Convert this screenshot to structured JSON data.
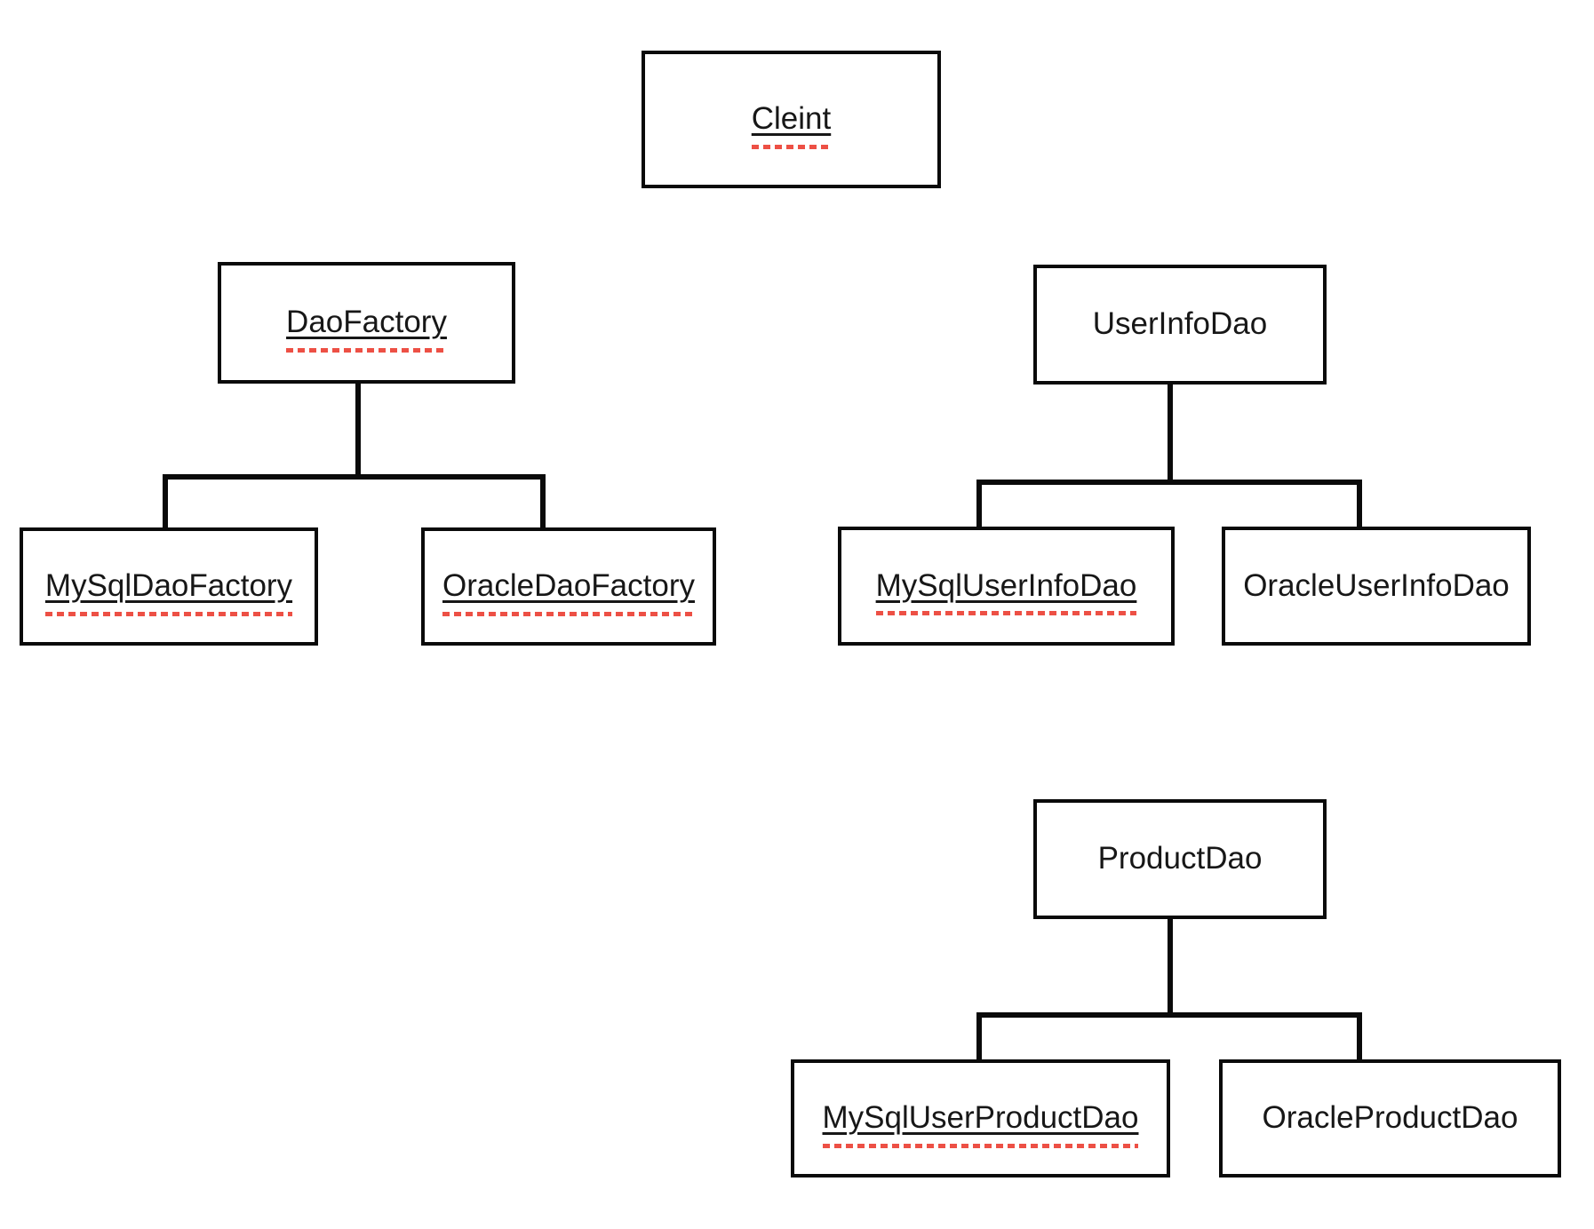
{
  "diagram": {
    "type": "class-hierarchy",
    "colors": {
      "line": "#0a0a0a",
      "text": "#171717",
      "squiggle": "#ed5045",
      "bg": "#ffffff"
    },
    "nodes": {
      "client": {
        "label": "Cleint",
        "misspelled": true
      },
      "dao_factory": {
        "label": "DaoFactory",
        "misspelled": true
      },
      "mysql_dao_factory": {
        "label": "MySqlDaoFactory",
        "misspelled": true
      },
      "oracle_dao_factory": {
        "label": "OracleDaoFactory",
        "misspelled": true
      },
      "user_info_dao": {
        "label": "UserInfoDao",
        "misspelled": false
      },
      "mysql_user_info_dao": {
        "label": "MySqlUserInfoDao",
        "misspelled": true
      },
      "oracle_user_info_dao": {
        "label": "OracleUserInfoDao",
        "misspelled": false
      },
      "product_dao": {
        "label": "ProductDao",
        "misspelled": false
      },
      "mysql_user_product_dao": {
        "label": "MySqlUserProductDao",
        "misspelled": true
      },
      "oracle_product_dao": {
        "label": "OracleProductDao",
        "misspelled": false
      }
    },
    "edges": [
      {
        "from": "DaoFactory",
        "to": "MySqlDaoFactory"
      },
      {
        "from": "DaoFactory",
        "to": "OracleDaoFactory"
      },
      {
        "from": "UserInfoDao",
        "to": "MySqlUserInfoDao"
      },
      {
        "from": "UserInfoDao",
        "to": "OracleUserInfoDao"
      },
      {
        "from": "ProductDao",
        "to": "MySqlUserProductDao"
      },
      {
        "from": "ProductDao",
        "to": "OracleProductDao"
      }
    ]
  }
}
